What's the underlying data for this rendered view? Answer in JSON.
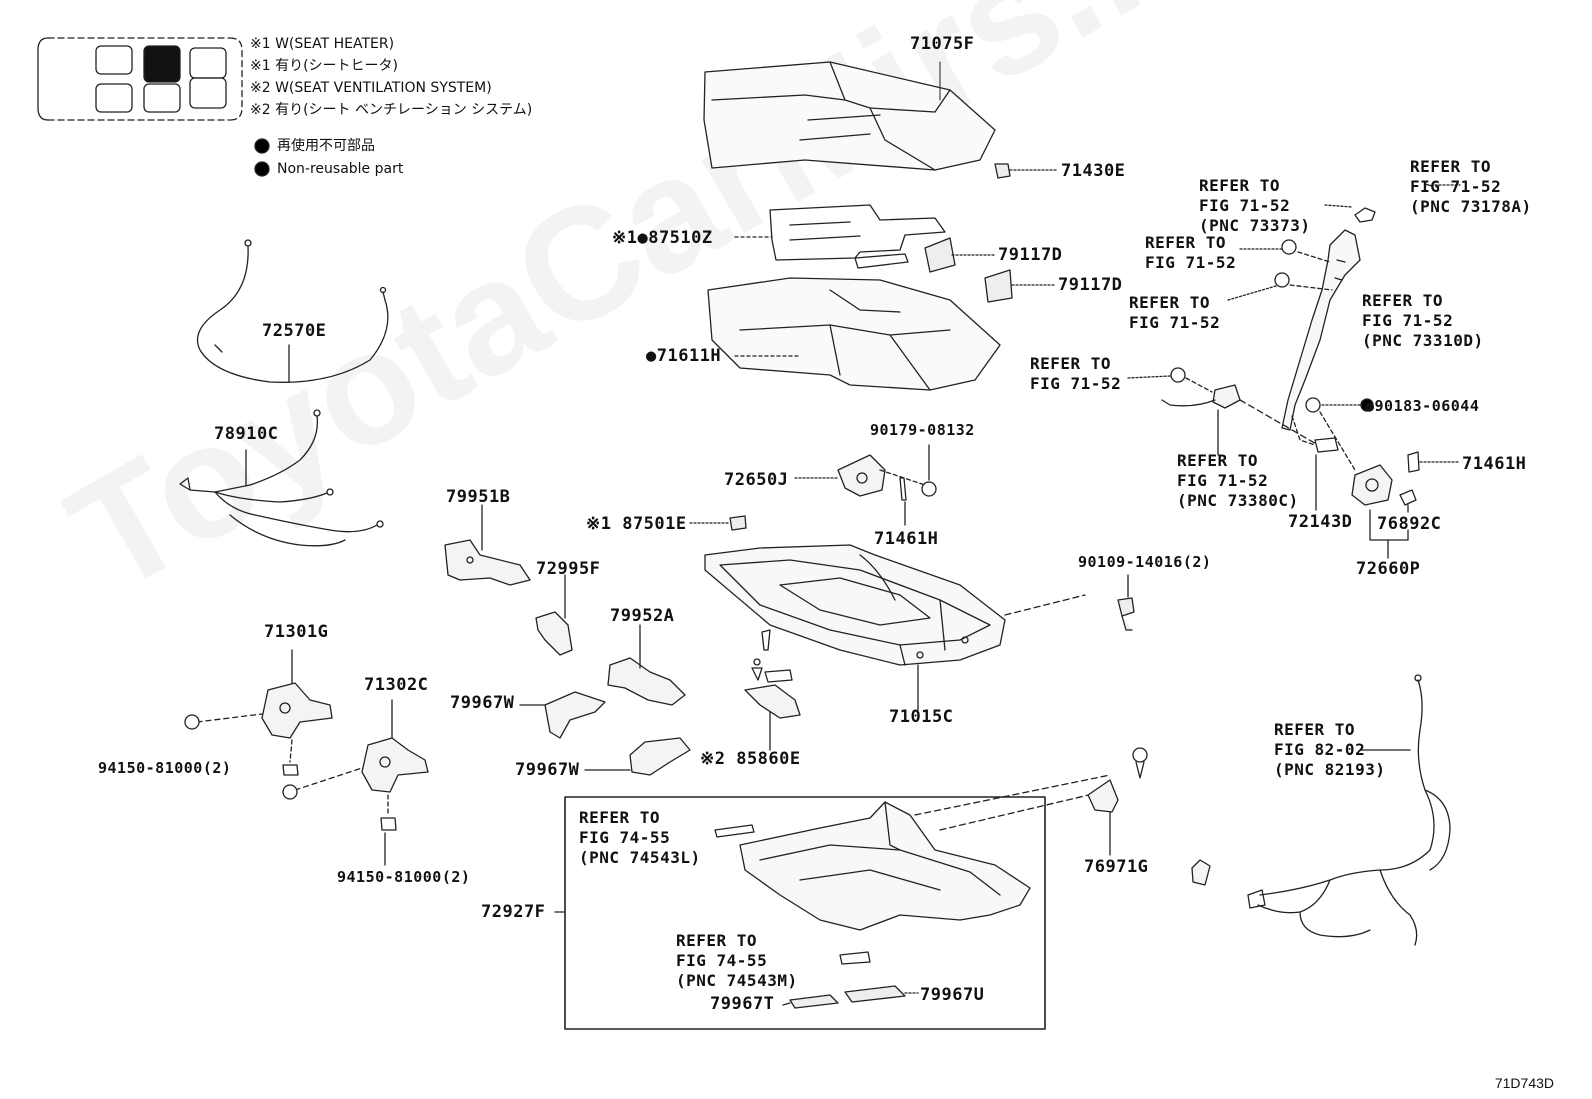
{
  "legend": {
    "lines": [
      "※1 W(SEAT HEATER)",
      "※1 有り(シートヒータ)",
      "※2 W(SEAT VENTILATION  SYSTEM)",
      "※2 有り(シート ベンチレーション システム)"
    ],
    "non_reusable_jp": "再使用不可部品",
    "non_reusable_en": "Non-reusable part"
  },
  "parts": {
    "p71075F": "71075F",
    "p71430E": "71430E",
    "p87510Z": "※1●87510Z",
    "p79117D_a": "79117D",
    "p79117D_b": "79117D",
    "p71611H": "●71611H",
    "p72570E": "72570E",
    "p78910C": "78910C",
    "p90179": "90179-08132",
    "p72650J": "72650J",
    "p71461H_a": "71461H",
    "p87501E": "※1 87501E",
    "p79951B": "79951B",
    "p72995F": "72995F",
    "p79952A": "79952A",
    "p71301G": "71301G",
    "p71302C": "71302C",
    "p79967W_a": "79967W",
    "p79967W_b": "79967W",
    "p85860E": "※2 85860E",
    "p71015C": "71015C",
    "p90109": "90109-14016(2)",
    "p94150_a": "94150-81000(2)",
    "p94150_b": "94150-81000(2)",
    "p72927F": "72927F",
    "p79967T": "79967T",
    "p79967U": "79967U",
    "p76971G": "76971G",
    "p90183": "●90183-06044",
    "p71461H_b": "71461H",
    "p72143D": "72143D",
    "p76892C": "76892C",
    "p72660P": "72660P"
  },
  "refs": {
    "r73178A": "REFER TO\nFIG 71-52\n(PNC 73178A)",
    "r73373": "REFER TO\nFIG 71-52\n(PNC 73373)",
    "r7152_a": "REFER TO\nFIG 71-52",
    "r7152_b": "REFER TO\nFIG 71-52",
    "r73310D": "REFER TO\nFIG 71-52\n(PNC 73310D)",
    "r7152_c": "REFER TO\nFIG 71-52",
    "r73380C": "REFER TO\nFIG 71-52\n(PNC 73380C)",
    "r82193": "REFER TO\nFIG 82-02\n(PNC 82193)",
    "r74543L": "REFER TO\nFIG 74-55\n(PNC 74543L)",
    "r74543M": "REFER TO\nFIG 74-55\n(PNC 74543M)"
  },
  "watermark": "ToyotaCarMirs.ru",
  "diagram_code": "71D743D",
  "colors": {
    "line": "#222222",
    "fill": "#f4f4f4",
    "dot": "#000000"
  }
}
